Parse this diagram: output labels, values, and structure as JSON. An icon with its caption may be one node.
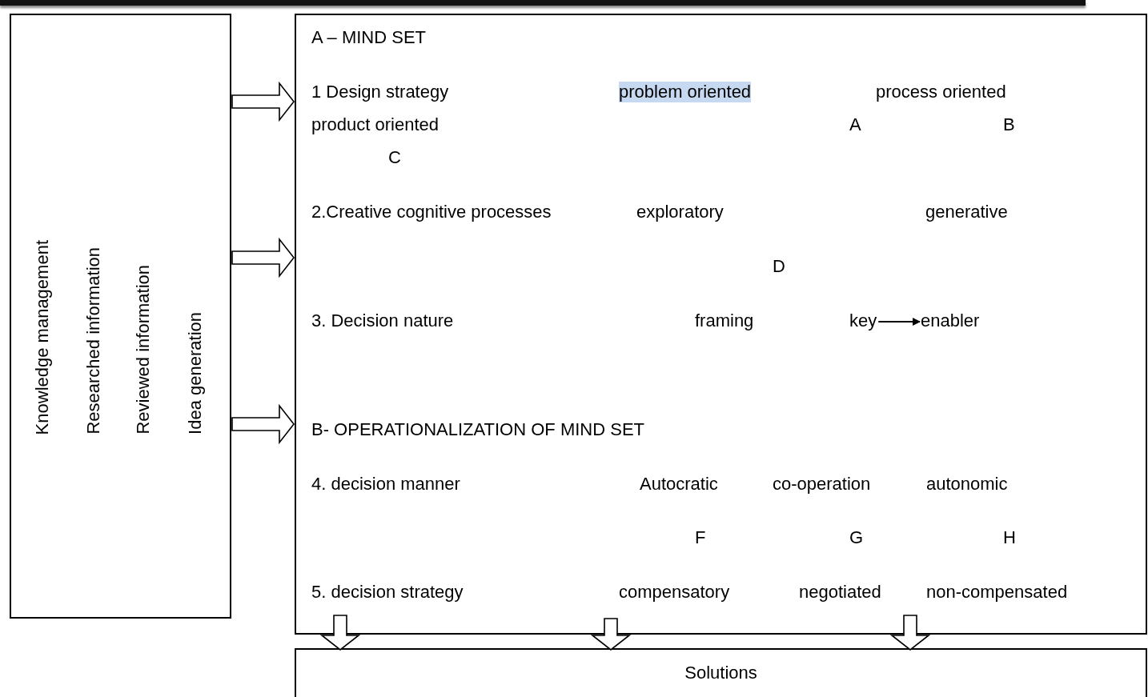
{
  "diagram": {
    "nodes": [
      {
        "text": [
          "Knowledge management",
          "Researched information",
          "Reviewed information",
          "Idea generation"
        ]
      },
      {
        "text": [
          "A – MIND SET",
          "1 Design strategy",
          "problem oriented",
          "process oriented",
          "product oriented",
          "A",
          "B",
          "C",
          "2.Creative cognitive processes",
          "exploratory",
          "generative",
          "D",
          "3. Decision nature",
          "framing",
          "B- OPERATIONALIZATION OF MIND SET",
          "4. decision manner",
          "Autocratic",
          "co-operation",
          "autonomic",
          "F",
          "G",
          "H",
          "5. decision strategy",
          "compensatory",
          "negotiated",
          "non-compensated"
        ]
      },
      {
        "text": [
          "key"
        ],
        "in": 1
      },
      {
        "text": [
          "enabler"
        ],
        "in": 1
      },
      {
        "text": [
          "Solutions"
        ]
      }
    ],
    "edges": [
      {
        "from": 0,
        "to": 1,
        "arrow": "to"
      },
      {
        "from": 0,
        "to": 1,
        "arrow": "to"
      },
      {
        "from": 0,
        "to": 1,
        "arrow": "to"
      },
      {
        "from": 1,
        "to": 4,
        "arrow": "to"
      },
      {
        "from": 1,
        "to": 4,
        "arrow": "to"
      },
      {
        "from": 1,
        "to": 4,
        "arrow": "to"
      },
      {
        "from": 2,
        "to": 3,
        "arrow": "to"
      }
    ]
  }
}
